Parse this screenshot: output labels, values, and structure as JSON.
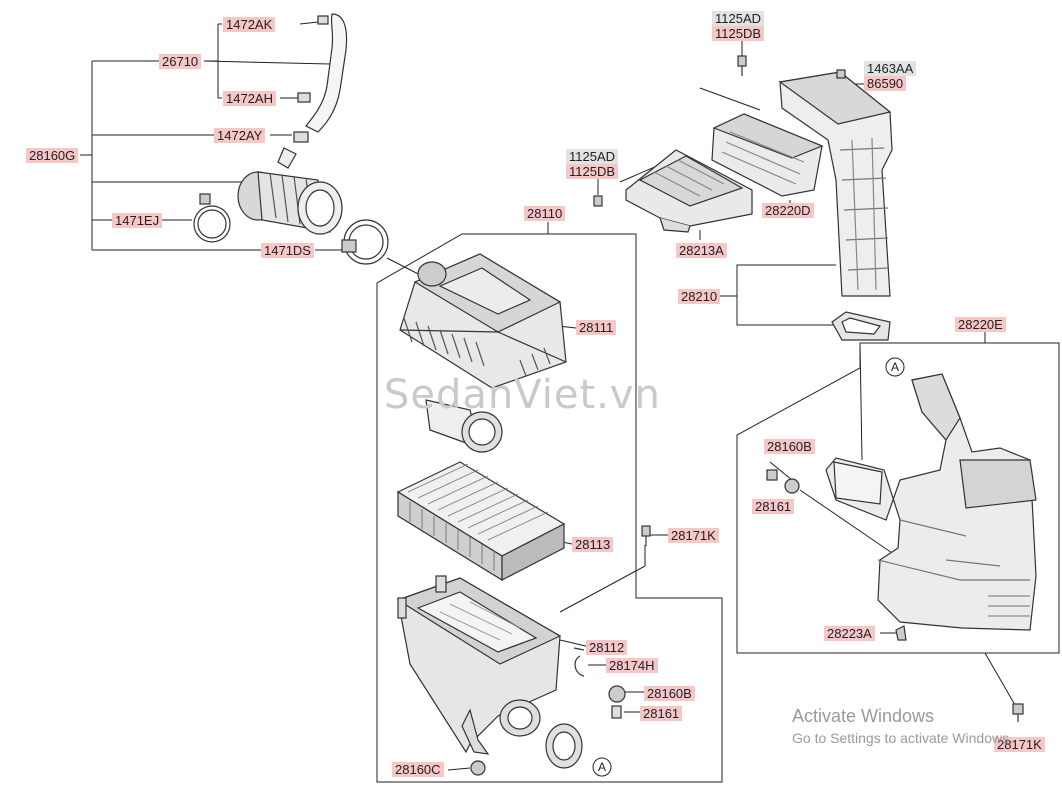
{
  "watermark": "SedanViet.vn",
  "activation": {
    "title": "Activate Windows",
    "subtitle": "Go to Settings to activate Windows."
  },
  "callout_letter": "A",
  "labels": {
    "l1472AK": "1472AK",
    "l26710": "26710",
    "l1472AH": "1472AH",
    "l1472AY": "1472AY",
    "l28160G": "28160G",
    "l1471EJ": "1471EJ",
    "l1471DS": "1471DS",
    "l28110": "28110",
    "l28111": "28111",
    "l28113": "28113",
    "l28171K_a": "28171K",
    "l28112": "28112",
    "l28174H": "28174H",
    "l28160B_a": "28160B",
    "l28161_a": "28161",
    "l28160C": "28160C",
    "l1125AD_a": "1125AD",
    "l1125DB_a": "1125DB",
    "l1125AD_b": "1125AD",
    "l1125DB_b": "1125DB",
    "l1463AA": "1463AA",
    "l86590": "86590",
    "l28220D": "28220D",
    "l28213A": "28213A",
    "l28210": "28210",
    "l28220E": "28220E",
    "l28160B_b": "28160B",
    "l28161_b": "28161",
    "l28223A": "28223A",
    "l28171K_b": "28171K"
  }
}
